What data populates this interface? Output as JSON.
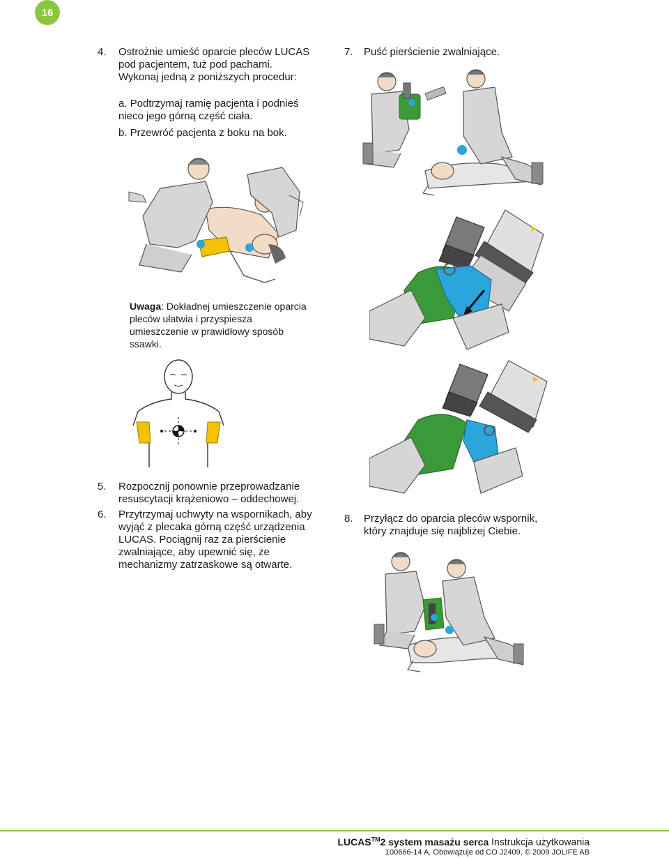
{
  "page": {
    "number": "16"
  },
  "steps": {
    "s4": {
      "num": "4.",
      "text": "Ostrożnie umieść oparcie pleców LUCAS pod pacjentem, tuż pod pachami. Wykonaj jedną z poniższych procedur:",
      "a": "a. Podtrzymaj ramię pacjenta i podnieś nieco jego górną część ciała.",
      "b": "b. Przewróć pacjenta z boku na bok."
    },
    "s5": {
      "num": "5.",
      "text": "Rozpocznij ponownie przeprowadzanie resuscytacji krążeniowo – oddechowej."
    },
    "s6": {
      "num": "6.",
      "text": "Przytrzymaj uchwyty na wspornikach, aby wyjąć z plecaka górną część urządzenia LUCAS. Pociągnij raz za pierścienie zwalniające, aby upewnić się, że mechanizmy zatrzaskowe są otwarte."
    },
    "s7": {
      "num": "7.",
      "text": "Puść pierścienie zwalniające."
    },
    "s8": {
      "num": "8.",
      "text": "Przyłącz do oparcia pleców wspornik, który znajduje się najbliżej Ciebie."
    }
  },
  "note": {
    "label": "Uwaga",
    "text": ": Dokładnej umieszczenie oparcia pleców ułatwia i przyspiesza umieszczenie w prawidłowy sposób ssawki."
  },
  "footer": {
    "brand": "LUCAS",
    "tm": "TM",
    "model": "2 system masażu serca",
    "doc": "Instrukcja użytkowania",
    "ref": "100666-14 A, Obowiązuje od CO J2409, © 2009 JOLIFE AB"
  },
  "colors": {
    "accent": "#8cc63f",
    "device_green": "#3a9a3a",
    "glove_blue": "#2aa6dc",
    "yellow": "#f2c200",
    "gray": "#c8c8c8"
  }
}
